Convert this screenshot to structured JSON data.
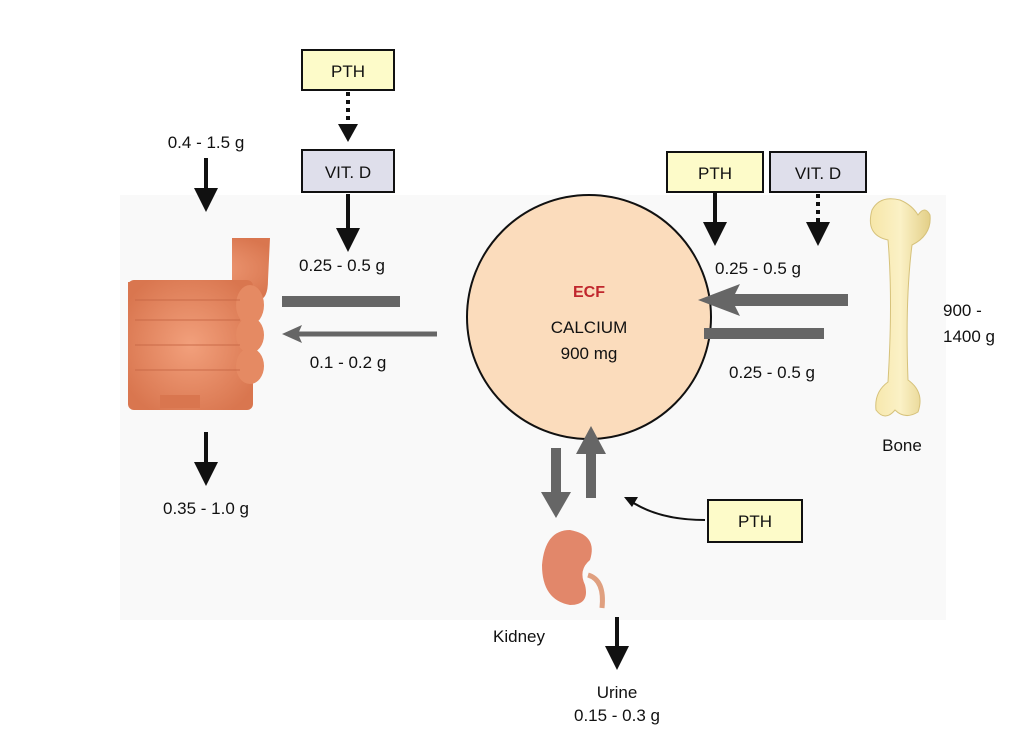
{
  "colors": {
    "pth_box": "#fdfbc9",
    "vitd_box": "#dfdfeb",
    "ecf_fill": "#fbdcbc",
    "ecf_label": "#c0272d",
    "flow_gray": "#666666",
    "panel_bg": "#f9f9f9"
  },
  "intestine": {
    "intake": "0.4 - 1.5 g",
    "absorption": "0.25 - 0.5 g",
    "secretion": "0.1 - 0.2 g",
    "feces": "0.35 - 1.0 g",
    "pth_label": "PTH",
    "vitd_label": "VIT. D"
  },
  "ecf": {
    "title": "ECF",
    "line1": "CALCIUM",
    "line2": "900 mg"
  },
  "bone": {
    "pth_label": "PTH",
    "vitd_label": "VIT. D",
    "resorption": "0.25 - 0.5 g",
    "deposition": "0.25 - 0.5 g",
    "store_line1": "900 -",
    "store_line2": "1400 g",
    "label": "Bone"
  },
  "kidney": {
    "pth_label": "PTH",
    "label": "Kidney",
    "urine_label": "Urine",
    "urine_amount": "0.15 - 0.3 g"
  }
}
